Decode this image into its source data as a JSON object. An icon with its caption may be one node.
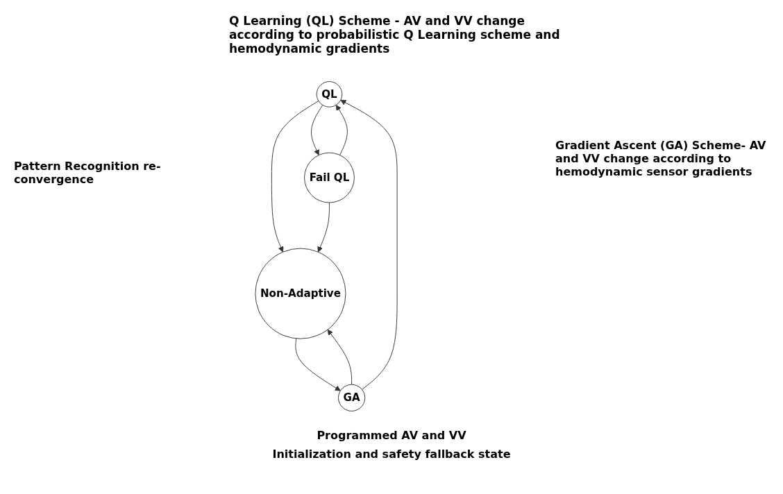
{
  "diagram": {
    "nodes": [
      {
        "text": [
          "QL"
        ]
      },
      {
        "text": [
          "Fail QL"
        ]
      },
      {
        "text": [
          "Non-Adaptive"
        ]
      },
      {
        "text": [
          "GA"
        ]
      }
    ],
    "edges": [
      {
        "from": 0,
        "to": 1,
        "arrow": "to"
      },
      {
        "from": 1,
        "to": 0,
        "arrow": "to"
      },
      {
        "from": 0,
        "to": 2,
        "arrow": "to"
      },
      {
        "from": 1,
        "to": 2,
        "arrow": "to"
      },
      {
        "from": 2,
        "to": 3,
        "arrow": "to"
      },
      {
        "from": 3,
        "to": 2,
        "arrow": "to"
      },
      {
        "from": 3,
        "to": 0,
        "arrow": "to"
      }
    ],
    "labels": [
      "Q Learning (QL) Scheme - AV and VV change according to probabilistic Q Learning scheme and hemodynamic gradients",
      "Gradient Ascent (GA) Scheme- AV and VV change according to hemodynamic sensor gradients",
      "Pattern Recognition re-convergence",
      "Programmed AV and VV",
      "Initialization and safety fallback state"
    ]
  }
}
